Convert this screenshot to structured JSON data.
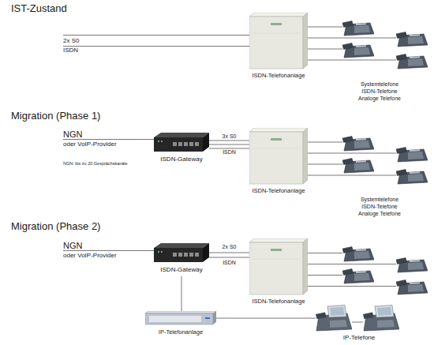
{
  "diagram": {
    "nodes": [
      {
        "text": [
          "ISDN-Telefonanlage"
        ]
      },
      {
        "text": [
          "Systemtelefone ISDN-Telefone Analoge Telefone"
        ]
      },
      {
        "text": [
          "ISDN-Gateway"
        ]
      },
      {
        "text": [
          "ISDN-Telefonanlage"
        ]
      },
      {
        "text": [
          "Systemtelefone ISDN-Telefone Analoge Telefone"
        ]
      },
      {
        "text": [
          "ISDN-Gateway"
        ]
      },
      {
        "text": [
          "ISDN-Telefonanlage"
        ]
      },
      {
        "text": [
          "IP-Telefonanlage"
        ]
      },
      {
        "text": [
          "IP-Telefone"
        ]
      }
    ],
    "edges": [
      {
        "from": 0,
        "to": 1,
        "arrow": "none"
      },
      {
        "from": 2,
        "to": 3,
        "label": "3x S0 ISDN",
        "arrow": "none"
      },
      {
        "from": 3,
        "to": 4,
        "arrow": "none"
      },
      {
        "from": 5,
        "to": 6,
        "label": "2x S0 ISDN",
        "arrow": "none"
      },
      {
        "from": 5,
        "to": 7,
        "arrow": "none"
      },
      {
        "from": 7,
        "to": 8,
        "arrow": "none"
      }
    ],
    "labels": [
      "IST-Zustand",
      "2x S0 ISDN",
      "Migration (Phase 1)",
      "NGN",
      "oder VoIP-Provider",
      "NGN: bis zu 20 Gesprächskanäle",
      "Migration (Phase 2)",
      "NGN",
      "oder VoIP-Provider"
    ]
  }
}
